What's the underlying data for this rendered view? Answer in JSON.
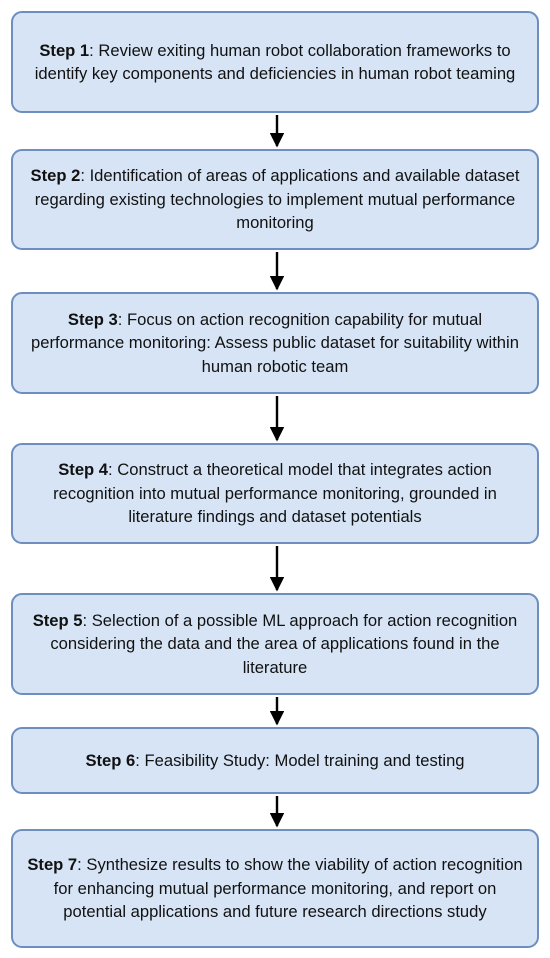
{
  "steps": [
    {
      "label": "Step 1",
      "text": ": Review exiting human robot collaboration frameworks to identify key components and deficiencies in human robot teaming"
    },
    {
      "label": "Step 2",
      "text": ": Identification of areas of applications and available dataset regarding existing technologies to implement mutual performance monitoring"
    },
    {
      "label": "Step 3",
      "text": ": Focus on action recognition capability for mutual performance monitoring: Assess public dataset for suitability within human robotic team"
    },
    {
      "label": "Step 4",
      "text": ": Construct a theoretical model that integrates action recognition into mutual performance monitoring, grounded in literature findings and dataset potentials"
    },
    {
      "label": "Step 5",
      "text": ": Selection of a possible ML approach for action recognition considering the data and the area of applications found in the literature"
    },
    {
      "label": "Step 6",
      "text": ": Feasibility Study: Model training and testing"
    },
    {
      "label": "Step 7",
      "text": ": Synthesize results to show the viability of action recognition for enhancing mutual performance monitoring, and report on potential applications and future research directions study"
    }
  ],
  "colors": {
    "box_fill": "#d6e4f5",
    "box_border": "#6d8ebf",
    "arrow": "#000000"
  }
}
